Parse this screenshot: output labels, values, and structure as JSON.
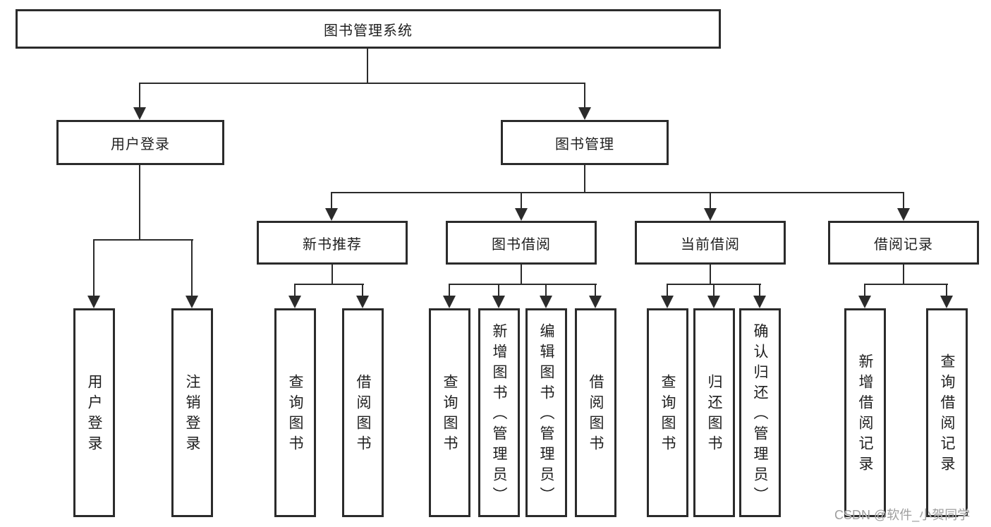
{
  "diagram": {
    "root": {
      "label": "图书管理系统"
    },
    "level2": [
      {
        "label": "用户登录"
      },
      {
        "label": "图书管理"
      }
    ],
    "level3": [
      {
        "label": "新书推荐"
      },
      {
        "label": "图书借阅"
      },
      {
        "label": "当前借阅"
      },
      {
        "label": "借阅记录"
      }
    ],
    "leaves": {
      "login": [
        "用户登录",
        "注销登录"
      ],
      "recommend": [
        "查询图书",
        "借阅图书"
      ],
      "borrow": [
        "查询图书",
        "新增图书（管理员）",
        "编辑图书（管理员）",
        "借阅图书"
      ],
      "current": [
        "查询图书",
        "归还图书",
        "确认归还（管理员）"
      ],
      "records": [
        "新增借阅记录",
        "查询借阅记录"
      ]
    },
    "watermark": "CSDN @软件_小贺同学",
    "colors": {
      "line": "#2b2b2b",
      "box_border": "#2b2b2b",
      "background": "#ffffff",
      "watermark": "#9e9e9e"
    }
  }
}
